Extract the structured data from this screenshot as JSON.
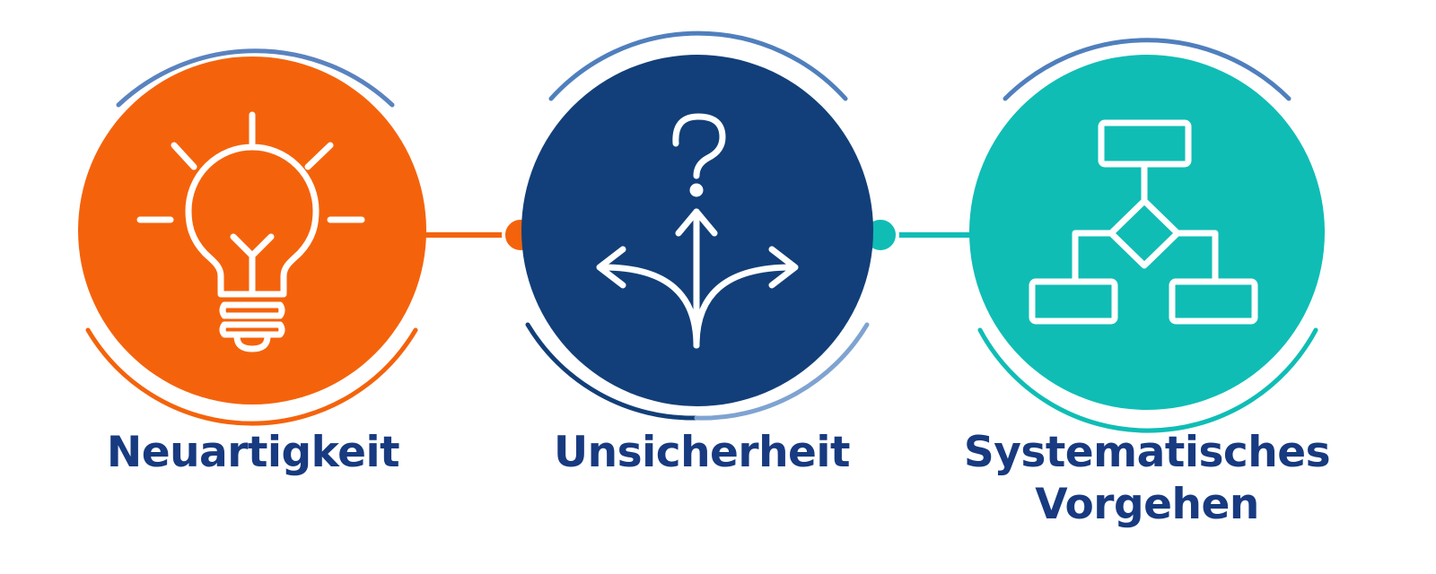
{
  "steps": [
    {
      "label_lines": [
        "Neuartigkeit"
      ],
      "icon": "lightbulb-icon",
      "color": "#f4630c"
    },
    {
      "label_lines": [
        "Unsicherheit"
      ],
      "icon": "question-crossroads-icon",
      "color": "#123f79"
    },
    {
      "label_lines": [
        "Systematisches",
        "Vorgehen"
      ],
      "icon": "flowchart-icon",
      "color": "#0fbdb5"
    }
  ],
  "colors": {
    "label": "#173a80",
    "arc_blue": "#4f7fbd",
    "arc_light_blue": "#7fa3d1",
    "connector_1": "#f4630c",
    "connector_2": "#0fbdb5"
  }
}
